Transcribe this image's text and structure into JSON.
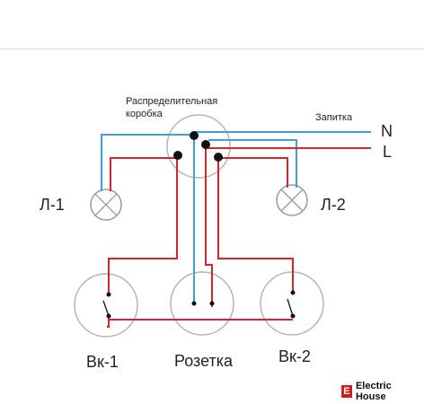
{
  "labels": {
    "junction_box_line1": "Распределительная",
    "junction_box_line2": "коробка",
    "supply": "Запитка",
    "neutral": "N",
    "line": "L",
    "lamp1": "Л-1",
    "lamp2": "Л-2",
    "switch1": "Вк-1",
    "socket": "Розетка",
    "switch2": "Вк-2"
  },
  "brand": {
    "mark": "E",
    "name": "Electric House"
  },
  "colors": {
    "neutral_wire": "#3ea0dc",
    "phase_wire": "#d3252a",
    "outline": "#b5b5b5",
    "node": "#111111"
  }
}
